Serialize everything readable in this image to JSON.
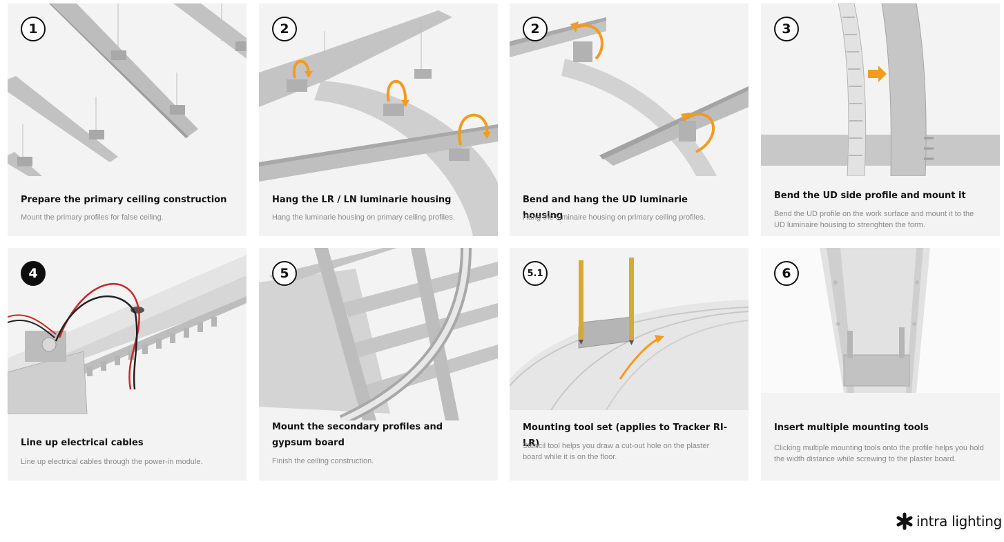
{
  "steps": [
    {
      "number": "1",
      "title": "Prepare the primary ceiling construction",
      "description": "Mount the primary profiles for false ceiling."
    },
    {
      "number": "2",
      "title": "Hang the LR / LN luminarie housing",
      "description": "Hang the luminarie housing on primary ceiling profiles."
    },
    {
      "number": "2",
      "title": "Bend and hang the UD luminarie housing",
      "description": "Hang the luminaire housing on primary ceiling profiles."
    },
    {
      "number": "3",
      "title": "Bend the UD side profile and mount it",
      "description": "Bend the UD profile on the work surface and mount it to the UD luminaire housing to strenghten the form."
    },
    {
      "number": "4",
      "title": "Line up electrical cables",
      "description": "Line up electrical cables through the power-in module."
    },
    {
      "number": "5",
      "title": "Mount the secondary profiles and gypsum board",
      "description": "Finish the ceiling construction."
    },
    {
      "number": "5.1",
      "title": "Mounting tool set (applies to Tracker RI-LR)",
      "description": "Stencil tool helps you draw a cut-out hole on the plaster board while it is on the floor."
    },
    {
      "number": "6",
      "title": "Insert multiple mounting tools",
      "description": "Clicking multiple mounting tools onto the profile helps you hold the width distance while screwing to the plaster board."
    }
  ],
  "brand": {
    "name": "intra lighting",
    "icon": "asterisk-logo-icon"
  },
  "colors": {
    "accent": "#f29b1f",
    "card_bg": "#f3f3f3",
    "text": "#111111",
    "muted": "#8a8a8a"
  }
}
